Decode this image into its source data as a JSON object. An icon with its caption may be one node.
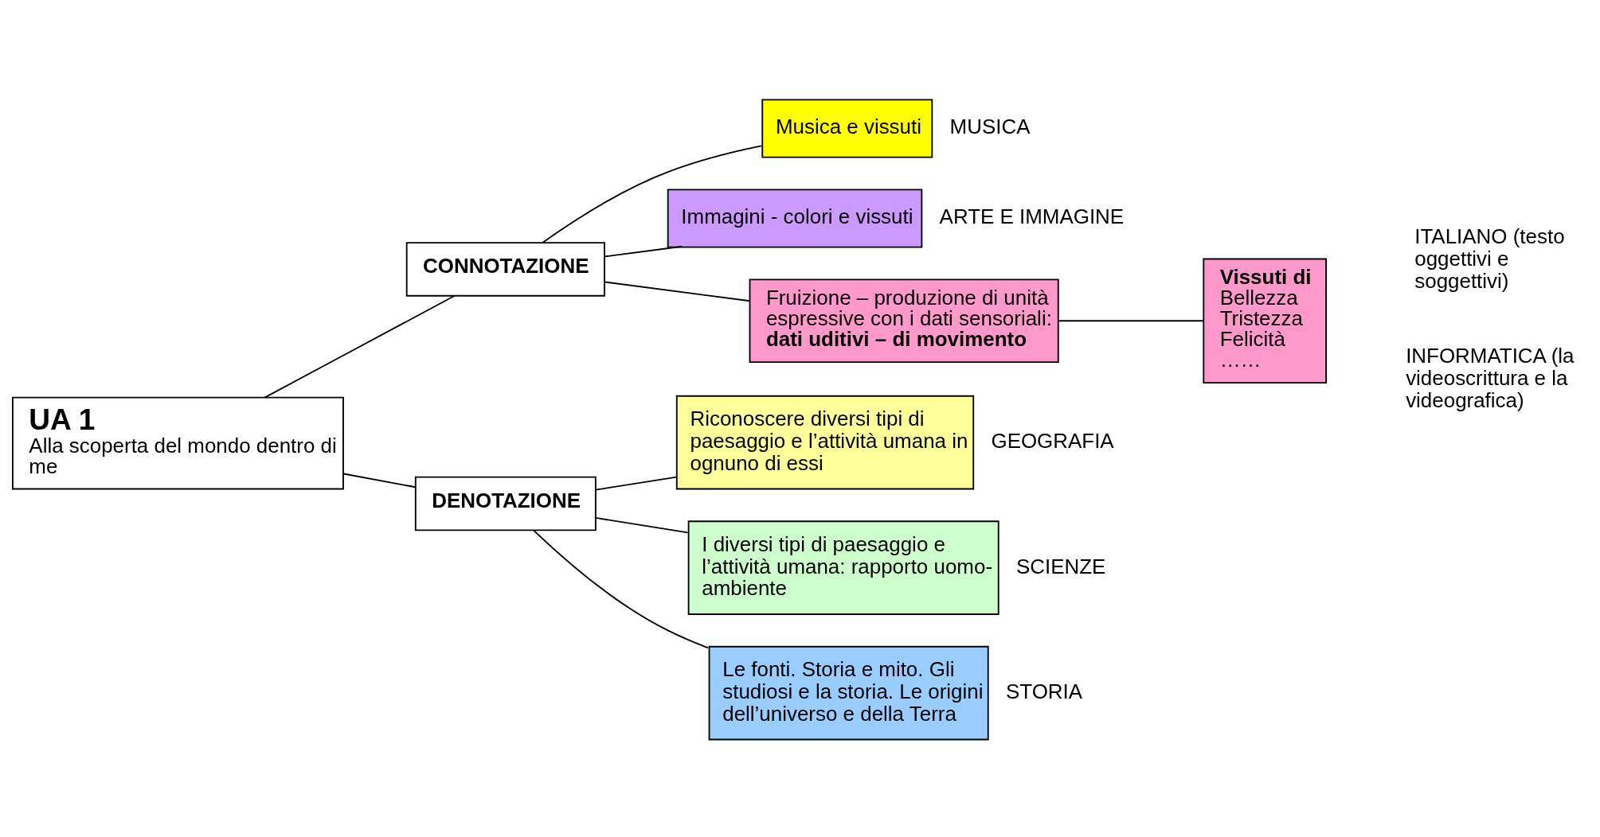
{
  "diagram": {
    "nodes": [
      {
        "text": [
          "UA 1",
          "Alla scoperta del mondo dentro di me"
        ]
      },
      {
        "text": [
          "CONNOTAZIONE"
        ]
      },
      {
        "text": [
          "DENOTAZIONE"
        ]
      },
      {
        "text": [
          "Musica e vissuti"
        ],
        "beside": [
          "MUSICA"
        ]
      },
      {
        "text": [
          "Immagini - colori e vissuti"
        ],
        "beside": [
          "ARTE E IMMAGINE"
        ]
      },
      {
        "text": [
          "Fruizione – produzione di unità espressive con i dati sensoriali:",
          "dati uditivi – di movimento"
        ]
      },
      {
        "text": [
          "Vissuti di",
          "Bellezza",
          "Tristezza",
          "Felicità",
          "……"
        ]
      },
      {
        "text": [
          "Riconoscere diversi tipi di paesaggio e l’attività umana in ognuno di essi"
        ],
        "beside": [
          "GEOGRAFIA"
        ]
      },
      {
        "text": [
          "I diversi tipi di paesaggio e l’attività umana: rapporto uomo-ambiente"
        ],
        "beside": [
          "SCIENZE"
        ]
      },
      {
        "text": [
          "Le fonti. Storia e mito. Gli studiosi e la storia. Le origini dell’universo e della Terra"
        ],
        "beside": [
          "STORIA"
        ]
      }
    ],
    "edges": [
      {
        "from": 0,
        "to": 1,
        "arrow": "none"
      },
      {
        "from": 0,
        "to": 2,
        "arrow": "none"
      },
      {
        "from": 1,
        "to": 3,
        "arrow": "none"
      },
      {
        "from": 1,
        "to": 4,
        "arrow": "none"
      },
      {
        "from": 1,
        "to": 5,
        "arrow": "none"
      },
      {
        "from": 5,
        "to": 6,
        "arrow": "none"
      },
      {
        "from": 2,
        "to": 7,
        "arrow": "none"
      },
      {
        "from": 2,
        "to": 8,
        "arrow": "none"
      },
      {
        "from": 2,
        "to": 9,
        "arrow": "none"
      }
    ],
    "labels": [
      "ITALIANO (testo oggettivi e soggettivi)",
      "INFORMATICA (la videoscrittura e la videografica)"
    ]
  }
}
